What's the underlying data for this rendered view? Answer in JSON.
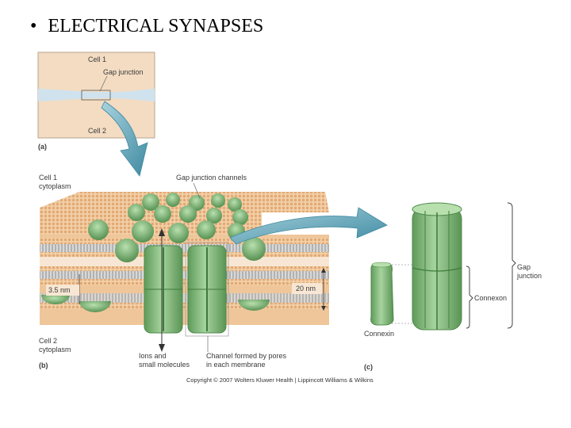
{
  "slide": {
    "bullet": "•",
    "title": "ELECTRICAL SYNAPSES"
  },
  "panel_a": {
    "tag": "(a)",
    "cell1": "Cell 1",
    "gap_junction": "Gap junction",
    "cell2": "Cell 2"
  },
  "panel_b": {
    "tag": "(b)",
    "cell1_line1": "Cell 1",
    "cell1_line2": "cytoplasm",
    "channels": "Gap junction channels",
    "gap_35": "3.5 nm",
    "gap_20": "20 nm",
    "cell2_line1": "Cell 2",
    "cell2_line2": "cytoplasm",
    "ions_line1": "Ions and",
    "ions_line2": "small molecules",
    "channel_line1": "Channel formed by pores",
    "channel_line2": "in each membrane"
  },
  "panel_c": {
    "tag": "(c)",
    "gap_line1": "Gap",
    "gap_line2": "junction",
    "connexon": "Connexon",
    "connexin": "Connexin"
  },
  "copyright": "Copyright © 2007 Wolters Kluwer Health | Lippincott Williams & Wilkins",
  "colors": {
    "membrane_head": "#e9b98a",
    "membrane_tail": "#9a9a9a",
    "cytoplasm": "#efc69a",
    "channel_green": "#7fb27a",
    "channel_dark": "#4f8a4b",
    "arrow_teal": "#5aa0b4",
    "panel_a_bg": "#f3dcc2",
    "panel_a_gap": "#cfe2ee"
  }
}
